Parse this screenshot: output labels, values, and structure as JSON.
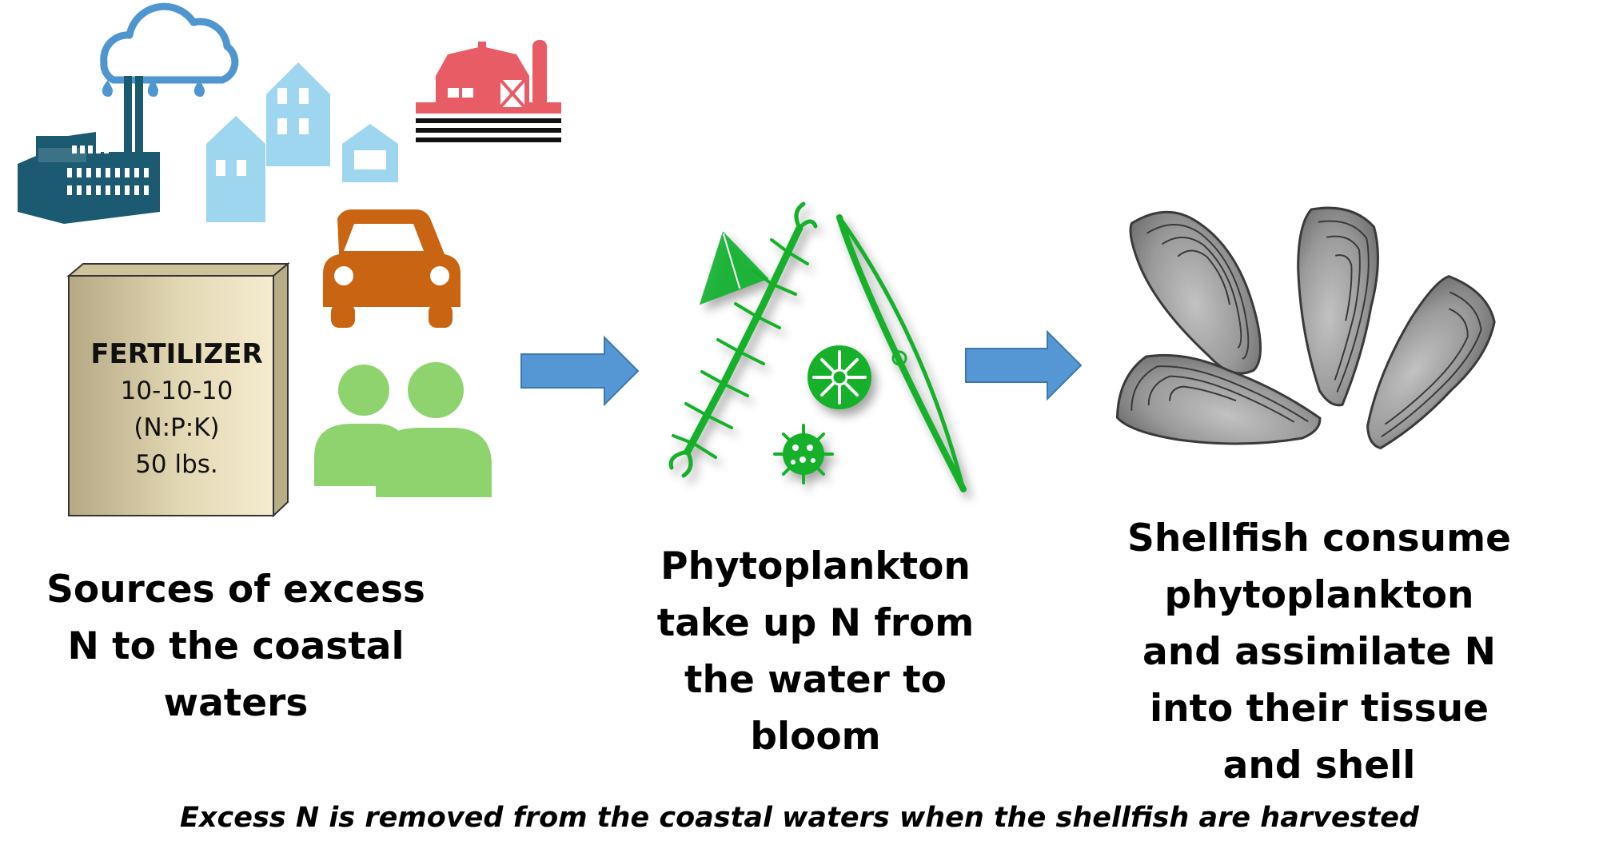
{
  "colors": {
    "factory": "#1b5a70",
    "houses": "#9ed5ef",
    "cloud": "#4f95cf",
    "barn": "#e85c66",
    "car": "#c96412",
    "people": "#8fd36e",
    "bag": "#e6dbba",
    "arrow": "#5596d4",
    "plankton": "#12b02c",
    "shell": "#8a8a8a"
  },
  "icons": [
    "cloud-rain-icon",
    "factory-icon",
    "houses-icon",
    "barn-icon",
    "car-icon",
    "people-icon",
    "fertilizer-bag-icon",
    "arrow-right-icon",
    "phytoplankton-icon",
    "oyster-icon"
  ],
  "fertilizer": {
    "title": "FERTILIZER",
    "ratio": "10-10-10",
    "npk": "(N:P:K)",
    "weight": "50 lbs."
  },
  "captions": {
    "sources": [
      "Sources of excess",
      "N to the coastal",
      "waters"
    ],
    "phytoplankton": [
      "Phytoplankton",
      "take up N from",
      "the water to",
      "bloom"
    ],
    "shellfish": [
      "Shellfish consume",
      "phytoplankton",
      "and assimilate N",
      "into their tissue",
      "and shell"
    ]
  },
  "footer": "Excess N is removed from the coastal waters  when the shellfish are harvested"
}
